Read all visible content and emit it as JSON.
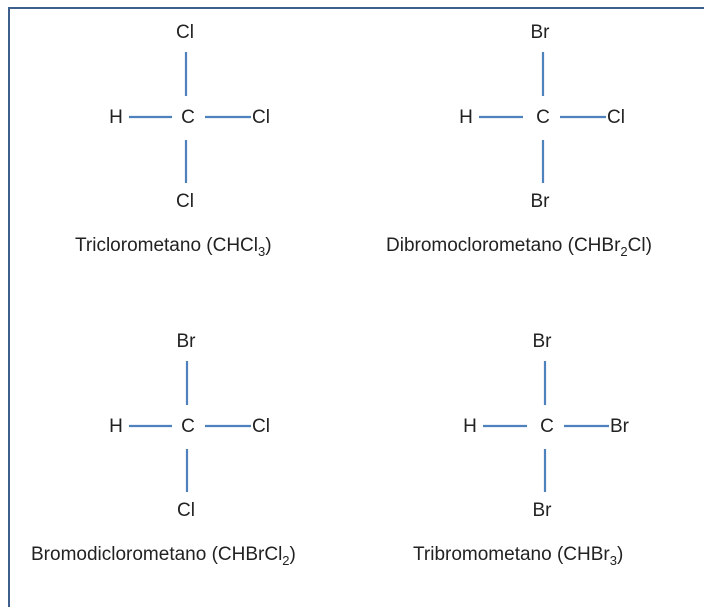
{
  "structures": [
    {
      "center": "C",
      "left": "H",
      "top": "Cl",
      "right": "Cl",
      "bottom": "Cl",
      "caption": {
        "prefix": "Triclorometano (CHCl",
        "sub": "3",
        "suffix": ")"
      }
    },
    {
      "center": "C",
      "left": "H",
      "top": "Br",
      "right": "Cl",
      "bottom": "Br",
      "caption": {
        "prefix": "Dibromoclorometano (CHBr",
        "sub": "2",
        "suffix": "Cl)"
      }
    },
    {
      "center": "C",
      "left": "H",
      "top": "Br",
      "right": "Cl",
      "bottom": "Cl",
      "caption": {
        "prefix": "Bromodiclorometano (CHBrCl",
        "sub": "2",
        "suffix": ")"
      }
    },
    {
      "center": "C",
      "left": "H",
      "top": "Br",
      "right": "Br",
      "bottom": "Br",
      "caption": {
        "prefix": "Tribromometano (CHBr",
        "sub": "3",
        "suffix": ")"
      }
    }
  ],
  "colors": {
    "border": "#3d5f8c",
    "bond": "#4f81bd",
    "text": "#222222"
  }
}
